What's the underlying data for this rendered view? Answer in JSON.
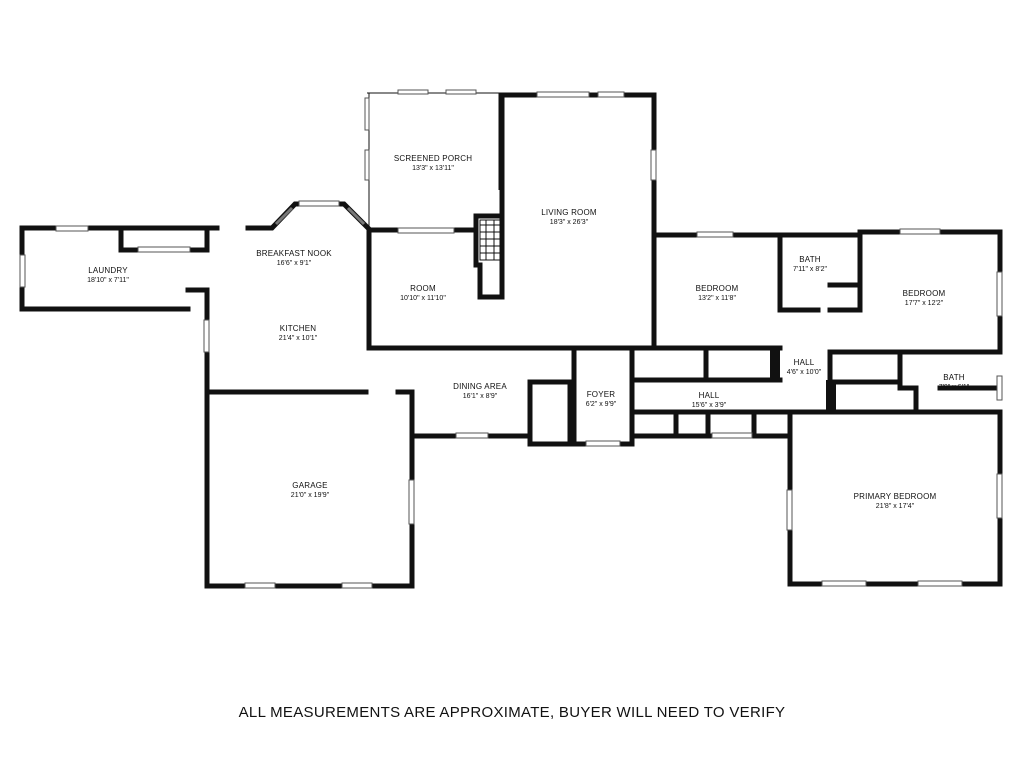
{
  "rooms": {
    "screened_porch": {
      "name": "SCREENED PORCH",
      "dims": "13'3\" x 13'11\""
    },
    "living_room": {
      "name": "LIVING ROOM",
      "dims": "18'3\" x 26'3\""
    },
    "laundry": {
      "name": "LAUNDRY",
      "dims": "18'10\" x 7'11\""
    },
    "breakfast_nook": {
      "name": "BREAKFAST NOOK",
      "dims": "16'6\" x 9'1\""
    },
    "room": {
      "name": "ROOM",
      "dims": "10'10\" x 11'10\""
    },
    "kitchen": {
      "name": "KITCHEN",
      "dims": "21'4\" x 10'1\""
    },
    "bedroom_1": {
      "name": "BEDROOM",
      "dims": "13'2\" x 11'8\""
    },
    "bath_1": {
      "name": "BATH",
      "dims": "7'11\" x 8'2\""
    },
    "bedroom_2": {
      "name": "BEDROOM",
      "dims": "17'7\" x 12'2\""
    },
    "hall_1": {
      "name": "HALL",
      "dims": "4'6\" x 10'0\""
    },
    "bath_2": {
      "name": "BATH",
      "dims": "7'0\" x 6'1\""
    },
    "dining_area": {
      "name": "DINING AREA",
      "dims": "16'1\" x 8'9\""
    },
    "foyer": {
      "name": "FOYER",
      "dims": "6'2\" x 9'9\""
    },
    "hall_2": {
      "name": "HALL",
      "dims": "15'6\" x 3'9\""
    },
    "garage": {
      "name": "GARAGE",
      "dims": "21'0\" x 19'9\""
    },
    "primary_bedroom": {
      "name": "PRIMARY BEDROOM",
      "dims": "21'8\" x 17'4\""
    }
  },
  "footer": {
    "disclaimer": "ALL MEASUREMENTS ARE APPROXIMATE, BUYER WILL NEED TO VERIFY"
  }
}
